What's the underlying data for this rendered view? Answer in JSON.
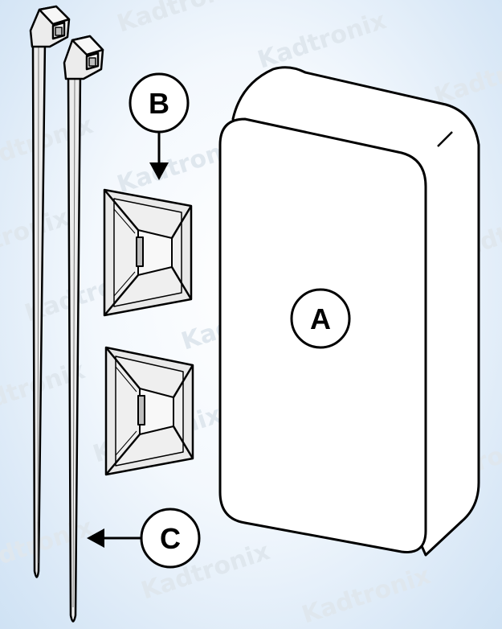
{
  "watermark": "Kadtronix",
  "labels": {
    "a": "A",
    "b": "B",
    "c": "C"
  },
  "colors": {
    "background": "#dbe9f7",
    "outline": "#000000",
    "part_fill": "#ececec",
    "box_fill": "#ffffff"
  }
}
